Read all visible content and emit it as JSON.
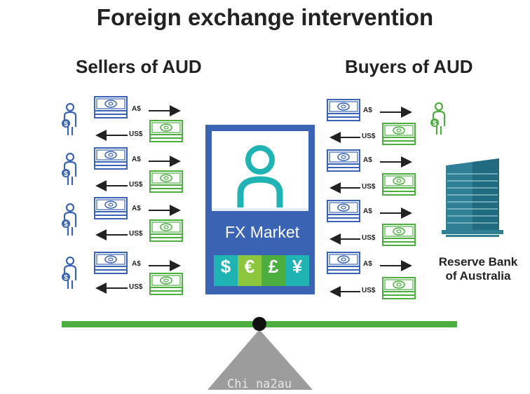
{
  "title": "Foreign exchange intervention",
  "sellers_heading": "Sellers of AUD",
  "buyers_heading": "Buyers of AUD",
  "aud_label": "A$",
  "usd_label": "US$",
  "fx_market_label": "FX Market",
  "currency_symbols": [
    "$",
    "€",
    "£",
    "¥"
  ],
  "rba_label_line1": "Reserve Bank",
  "rba_label_line2": "of Australia",
  "watermark": "Chi na2au",
  "colors": {
    "blue": "#3a64b3",
    "green": "#4cae3f",
    "teal": "#1fb3b3",
    "lime": "#8cc63f",
    "grey": "#9c9c9c"
  }
}
